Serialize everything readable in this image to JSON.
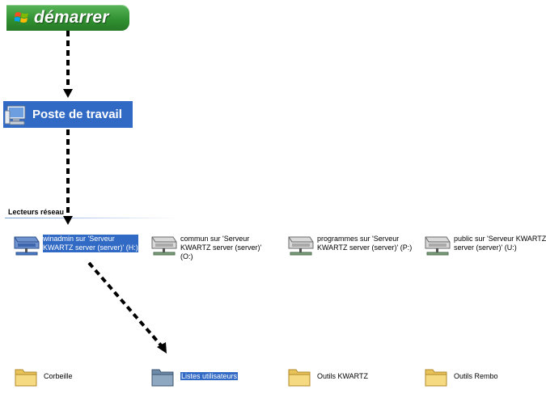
{
  "start_button": {
    "label": "démarrer",
    "icon": "windows-flag-icon",
    "color": "#3a9b3a"
  },
  "my_computer": {
    "label": "Poste de travail",
    "icon": "my-computer-icon",
    "color": "#316ac5"
  },
  "network_drives": {
    "title": "Lecteurs réseau",
    "items": [
      {
        "label": "winadmin sur 'Serveur KWARTZ server (server)' (H:)",
        "icon": "network-drive-icon",
        "selected": true
      },
      {
        "label": "commun sur 'Serveur KWARTZ server (server)' (O:)",
        "icon": "network-drive-icon",
        "selected": false
      },
      {
        "label": "programmes sur 'Serveur KWARTZ server (server)' (P:)",
        "icon": "network-drive-icon",
        "selected": false
      },
      {
        "label": "public sur 'Serveur KWARTZ server (server)' (U:)",
        "icon": "network-drive-icon",
        "selected": false
      }
    ]
  },
  "folders": [
    {
      "label": "Corbeille",
      "icon": "folder-icon",
      "selected": false
    },
    {
      "label": "Listes utilisateurs",
      "icon": "folder-icon",
      "selected": true
    },
    {
      "label": "Outils KWARTZ",
      "icon": "folder-icon",
      "selected": false
    },
    {
      "label": "Outils Rembo",
      "icon": "folder-icon",
      "selected": false
    }
  ],
  "selection_color": "#316ac5"
}
